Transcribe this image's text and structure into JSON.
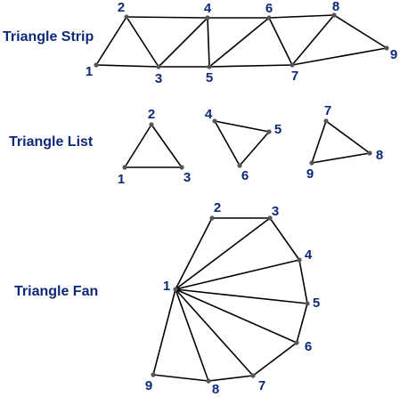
{
  "strip": {
    "title": "Triangle Strip",
    "labels": [
      "1",
      "2",
      "3",
      "4",
      "5",
      "6",
      "7",
      "8",
      "9"
    ]
  },
  "list": {
    "title": "Triangle List",
    "labels": [
      "1",
      "2",
      "3",
      "4",
      "5",
      "6",
      "7",
      "8",
      "9"
    ]
  },
  "fan": {
    "title": "Triangle Fan",
    "labels": [
      "1",
      "2",
      "3",
      "4",
      "5",
      "6",
      "7",
      "8",
      "9"
    ]
  },
  "colors": {
    "label_text": "#0d2a78",
    "edges": "#000000",
    "vertices": "#555555"
  }
}
